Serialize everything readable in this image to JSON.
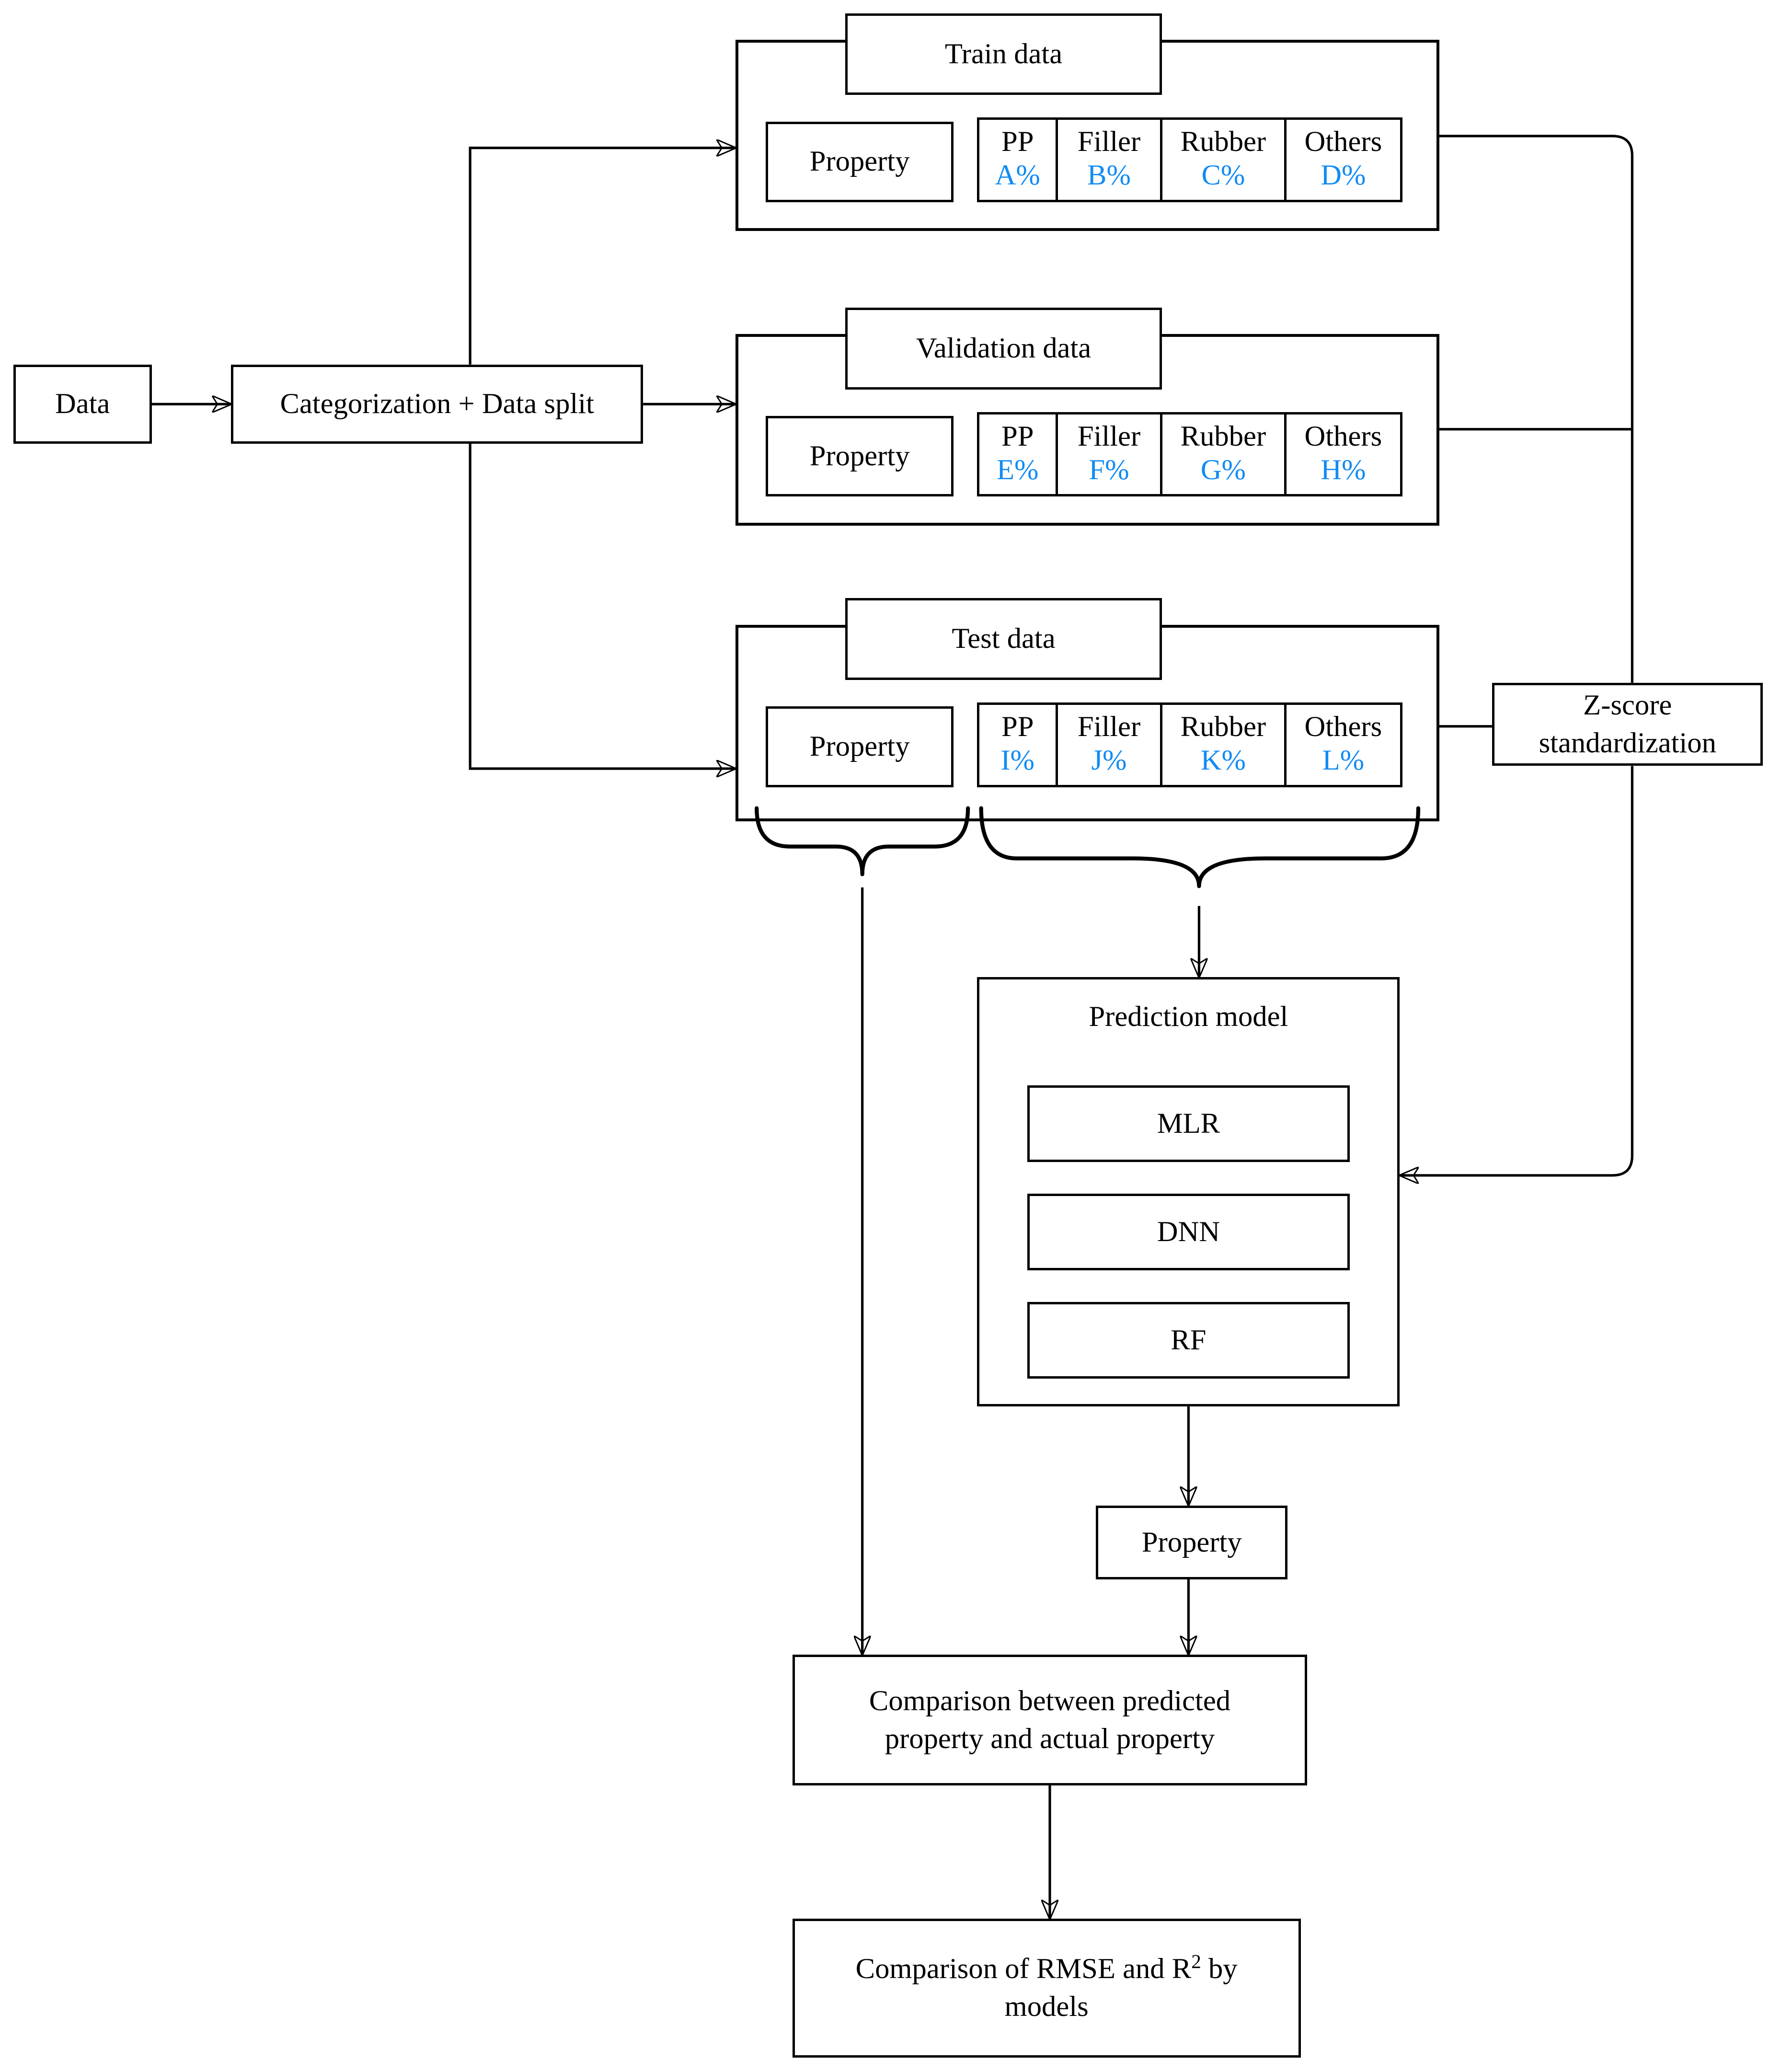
{
  "diagram": {
    "colors": {
      "accent_blue": "#118BF4",
      "line": "#000000",
      "background": "#FFFFFF"
    },
    "nodes": {
      "data": "Data",
      "categorization": "Categorization + Data split",
      "zscore": {
        "line1": "Z-score",
        "line2": "standardization"
      },
      "prediction": {
        "title": "Prediction model",
        "models": [
          "MLR",
          "DNN",
          "RF"
        ]
      },
      "predicted_property": "Property",
      "comparison": "Comparison between predicted property and actual property",
      "final": {
        "prefix": "Comparison of RMSE and R",
        "sup": "2",
        "suffix": " by models"
      }
    },
    "datasets": [
      {
        "title": "Train data",
        "property_label": "Property",
        "columns": [
          {
            "label": "PP",
            "value": "A%"
          },
          {
            "label": "Filler",
            "value": "B%"
          },
          {
            "label": "Rubber",
            "value": "C%"
          },
          {
            "label": "Others",
            "value": "D%"
          }
        ]
      },
      {
        "title": "Validation data",
        "property_label": "Property",
        "columns": [
          {
            "label": "PP",
            "value": "E%"
          },
          {
            "label": "Filler",
            "value": "F%"
          },
          {
            "label": "Rubber",
            "value": "G%"
          },
          {
            "label": "Others",
            "value": "H%"
          }
        ]
      },
      {
        "title": "Test data",
        "property_label": "Property",
        "columns": [
          {
            "label": "PP",
            "value": "I%"
          },
          {
            "label": "Filler",
            "value": "J%"
          },
          {
            "label": "Rubber",
            "value": "K%"
          },
          {
            "label": "Others",
            "value": "L%"
          }
        ]
      }
    ]
  }
}
